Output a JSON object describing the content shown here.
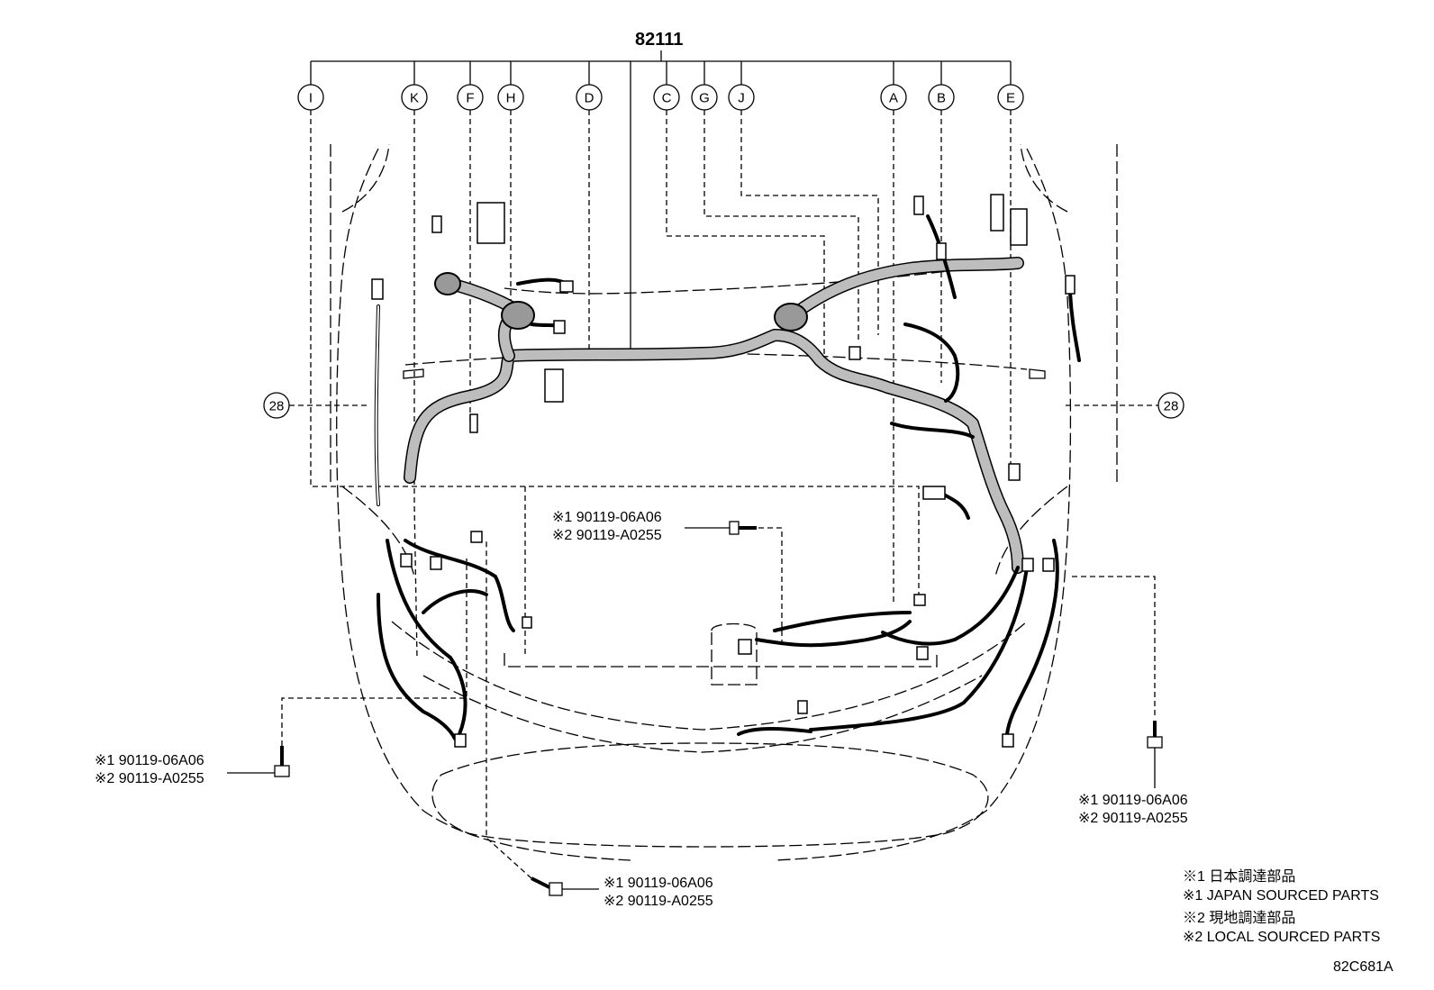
{
  "part_number_main": "82111",
  "callouts": [
    "I",
    "K",
    "F",
    "H",
    "D",
    "C",
    "G",
    "J",
    "A",
    "B",
    "E"
  ],
  "ref_28": "28",
  "bolts": [
    {
      "line1": "※1 90119-06A06",
      "line2": "※2 90119-A0255"
    },
    {
      "line1": "※1 90119-06A06",
      "line2": "※2 90119-A0255"
    },
    {
      "line1": "※1 90119-06A06",
      "line2": "※2 90119-A0255"
    },
    {
      "line1": "※1 90119-06A06",
      "line2": "※2 90119-A0255"
    }
  ],
  "legend": [
    "※1 日本調達部品",
    "※1 JAPAN SOURCED PARTS",
    "※2 現地調達部品",
    "※2 LOCAL SOURCED PARTS"
  ],
  "figure_code": "82C681A"
}
